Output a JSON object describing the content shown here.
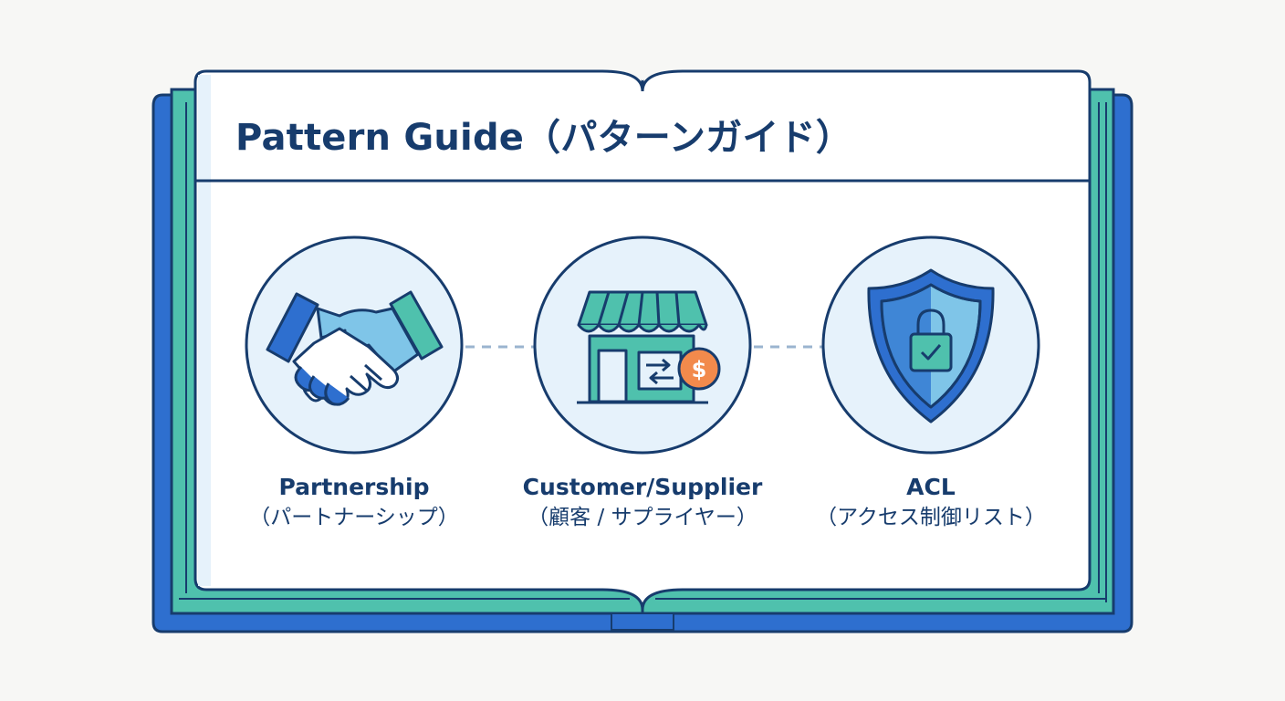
{
  "title": "Pattern Guide（パターンガイド）",
  "patterns": [
    {
      "icon": "handshake-icon",
      "name": "Partnership",
      "name_ja": "（パートナーシップ）"
    },
    {
      "icon": "storefront-icon",
      "name": "Customer/Supplier",
      "name_ja": "（顧客 / サプライヤー）"
    },
    {
      "icon": "shield-lock-icon",
      "name": "ACL",
      "name_ja": "（アクセス制御リスト）"
    }
  ],
  "colors": {
    "navy": "#173c6d",
    "blue": "#2e6fcf",
    "teal": "#4fc1ad",
    "light_blue": "#e6f2fb",
    "orange": "#f28a4c"
  }
}
